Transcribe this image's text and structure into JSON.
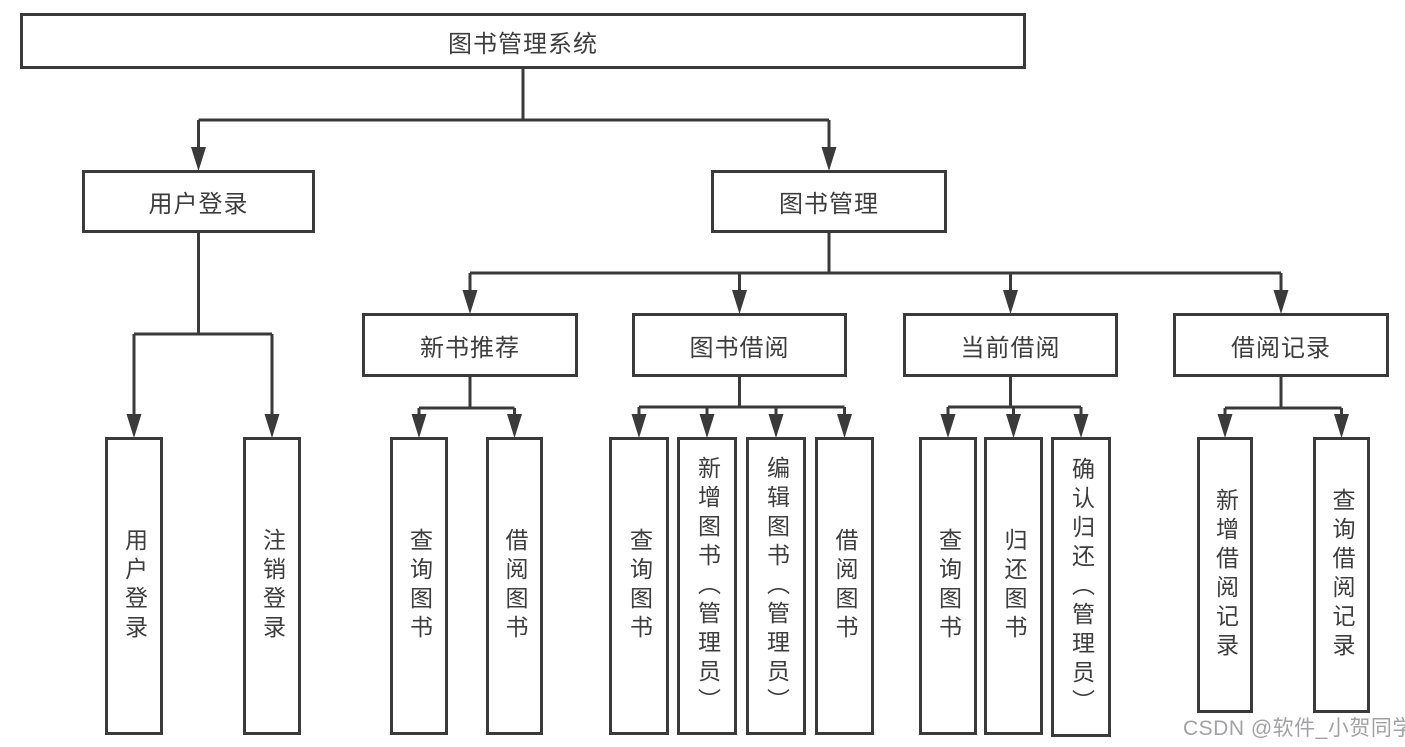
{
  "watermark": "CSDN @软件_小贺同学",
  "colors": {
    "line": "#3a3a3a",
    "text": "#3d3d3d",
    "background": "#ffffff",
    "watermark": "#a2a2a4"
  },
  "diagram": {
    "nodes": [
      {
        "id": "root",
        "label": "图书管理系统",
        "level": 1,
        "parent": null
      },
      {
        "id": "user-login",
        "label": "用户登录",
        "level": 2,
        "parent": "root"
      },
      {
        "id": "book-mgmt",
        "label": "图书管理",
        "level": 2,
        "parent": "root"
      },
      {
        "id": "new-books",
        "label": "新书推荐",
        "level": 3,
        "parent": "book-mgmt"
      },
      {
        "id": "book-borrow",
        "label": "图书借阅",
        "level": 3,
        "parent": "book-mgmt"
      },
      {
        "id": "current-borrow",
        "label": "当前借阅",
        "level": 3,
        "parent": "book-mgmt"
      },
      {
        "id": "borrow-records",
        "label": "借阅记录",
        "level": 3,
        "parent": "book-mgmt"
      },
      {
        "id": "login",
        "label": "用户登录",
        "level": 4,
        "parent": "user-login"
      },
      {
        "id": "logout",
        "label": "注销登录",
        "level": 4,
        "parent": "user-login"
      },
      {
        "id": "nb-search",
        "label": "查询图书",
        "level": 4,
        "parent": "new-books"
      },
      {
        "id": "nb-borrow",
        "label": "借阅图书",
        "level": 4,
        "parent": "new-books"
      },
      {
        "id": "bb-search",
        "label": "查询图书",
        "level": 4,
        "parent": "book-borrow"
      },
      {
        "id": "bb-add",
        "label": "新增图书（管理员）",
        "level": 4,
        "parent": "book-borrow"
      },
      {
        "id": "bb-edit",
        "label": "编辑图书（管理员）",
        "level": 4,
        "parent": "book-borrow"
      },
      {
        "id": "bb-borrow",
        "label": "借阅图书",
        "level": 4,
        "parent": "book-borrow"
      },
      {
        "id": "cb-search",
        "label": "查询图书",
        "level": 4,
        "parent": "current-borrow"
      },
      {
        "id": "cb-return",
        "label": "归还图书",
        "level": 4,
        "parent": "current-borrow"
      },
      {
        "id": "cb-confirm",
        "label": "确认归还（管理员）",
        "level": 4,
        "parent": "current-borrow"
      },
      {
        "id": "br-add",
        "label": "新增借阅记录",
        "level": 4,
        "parent": "borrow-records"
      },
      {
        "id": "br-search",
        "label": "查询借阅记录",
        "level": 4,
        "parent": "borrow-records"
      }
    ]
  }
}
